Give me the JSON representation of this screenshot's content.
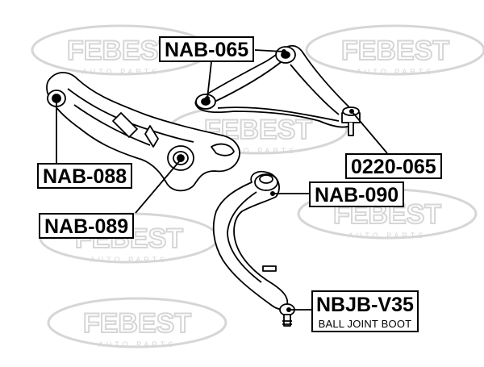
{
  "watermark": {
    "brand": "FEBEST",
    "tagline": "AUTO PARTS"
  },
  "parts": [
    {
      "id": "nab065",
      "label": "NAB-065"
    },
    {
      "id": "0220065",
      "label": "0220-065"
    },
    {
      "id": "nab088",
      "label": "NAB-088"
    },
    {
      "id": "nab089",
      "label": "NAB-089"
    },
    {
      "id": "nab090",
      "label": "NAB-090"
    },
    {
      "id": "nbjbv35",
      "label": "NBJB-V35",
      "sublabel": "BALL JOINT BOOT"
    }
  ],
  "colors": {
    "line": "#000000",
    "watermark": "#d6d6d6",
    "background": "#ffffff"
  }
}
